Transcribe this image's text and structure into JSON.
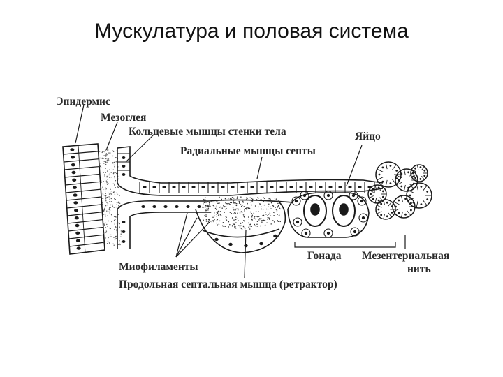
{
  "slide": {
    "title": "Мускулатура и половая система"
  },
  "labels": {
    "epidermis": "Эпидермис",
    "mesoglea": "Мезоглея",
    "circular_muscles": "Кольцевые мышцы стенки тела",
    "egg": "Яйцо",
    "radial_muscles": "Радиальные мышцы септы",
    "myofilaments": "Миофиламенты",
    "retractor": "Продольная септальная мышца (ретрактор)",
    "gonad": "Гонада",
    "mesenterial_line1": "Мезентериальная",
    "mesenterial_line2": "нить"
  },
  "colors": {
    "ink": "#1a1a1a",
    "text": "#2a2a2a",
    "background": "#ffffff"
  }
}
